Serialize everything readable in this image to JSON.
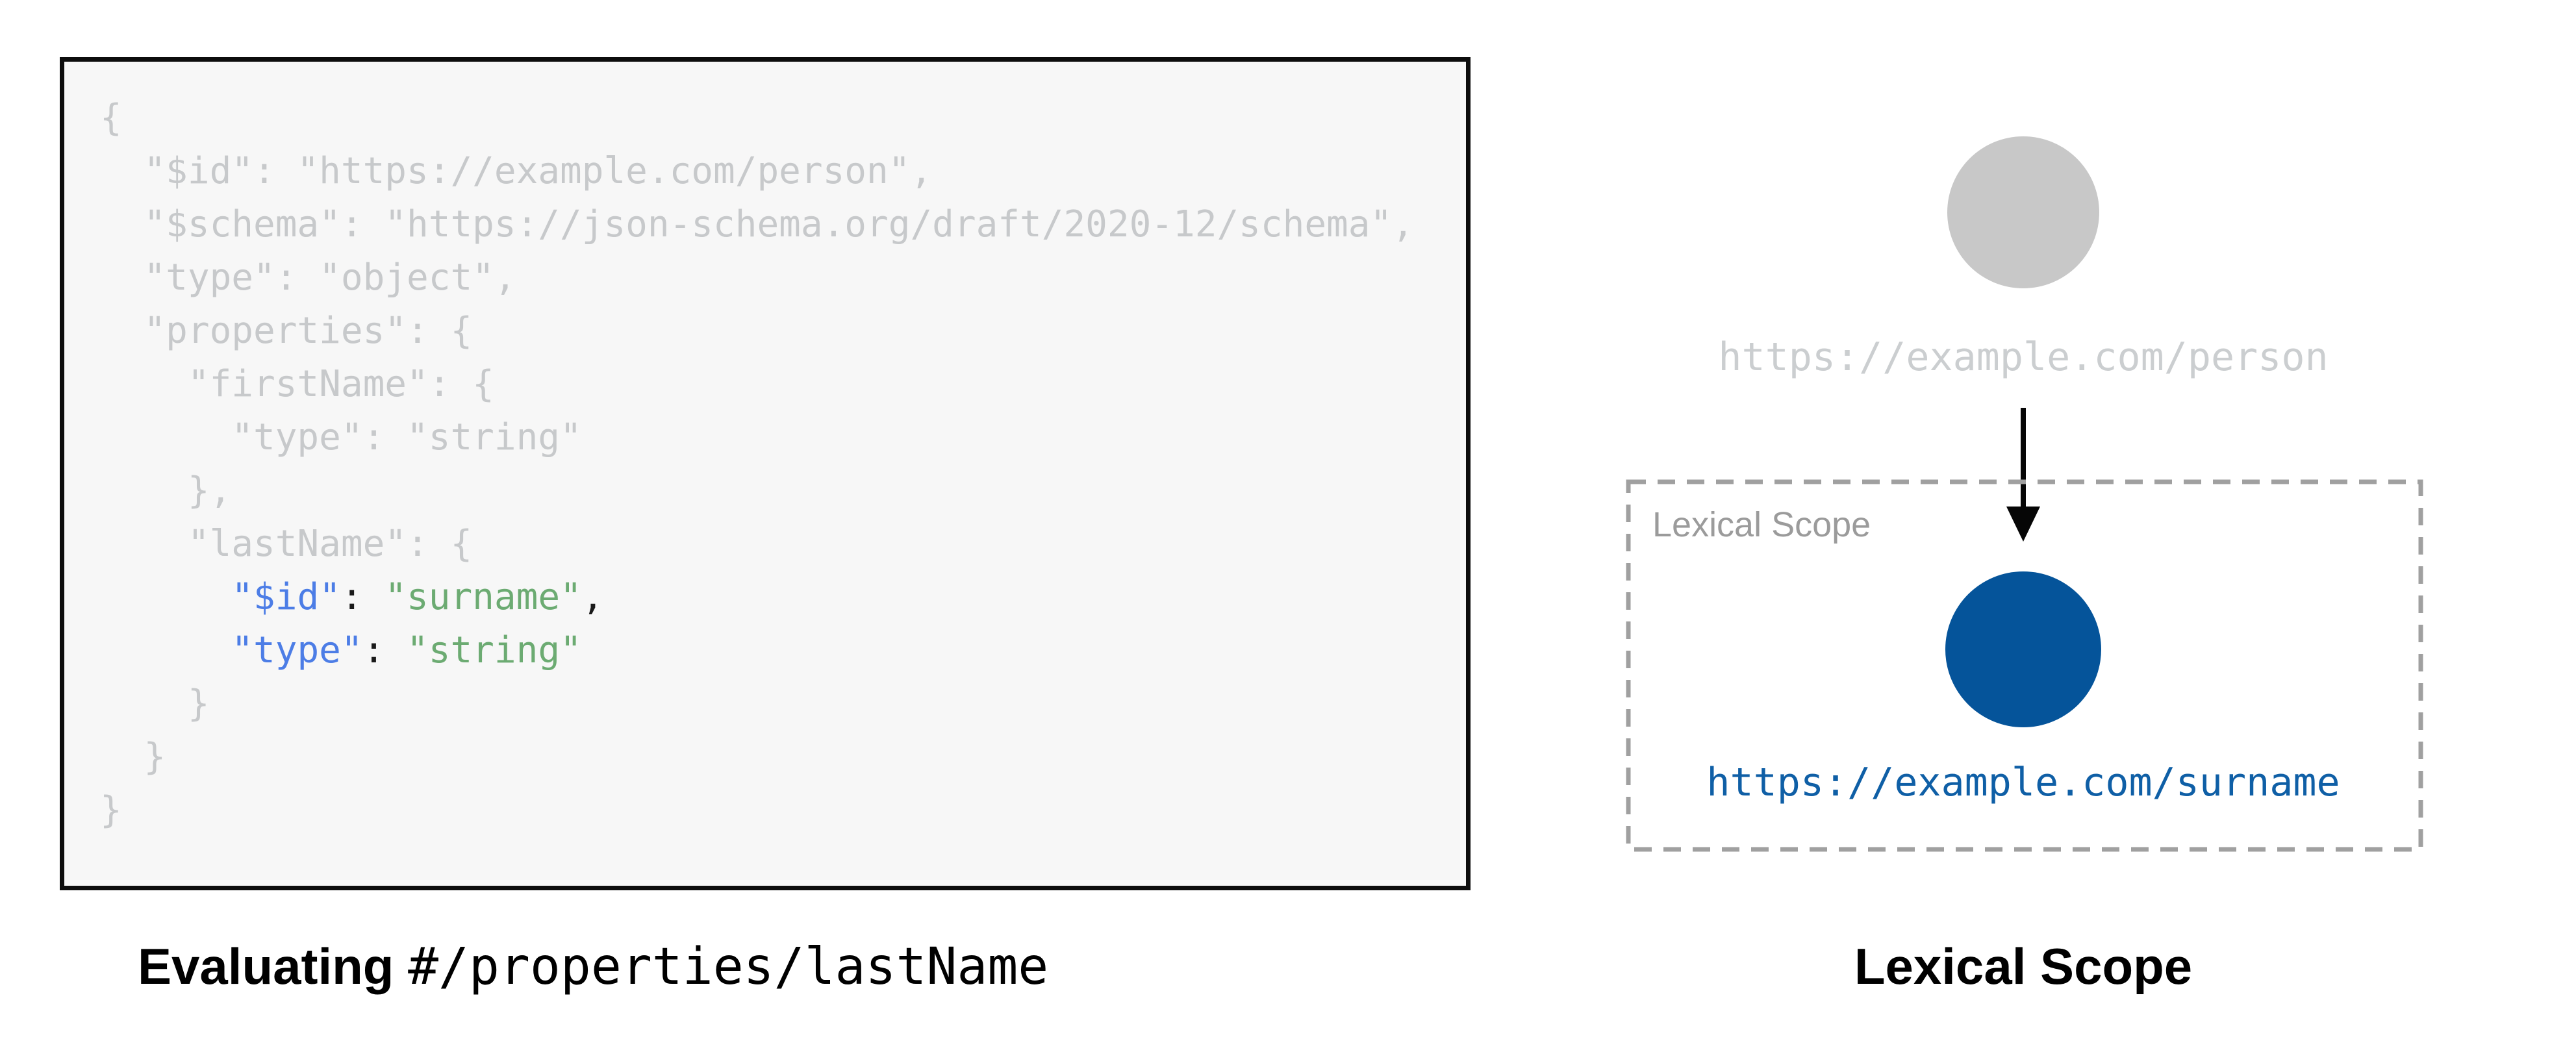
{
  "colors": {
    "page_background": "#ffffff",
    "code_box_background": "#f7f7f7",
    "code_box_border": "#0d0d0d",
    "code_dim_gray": "#c7c9cb",
    "code_key_blue": "#4c7de6",
    "code_string_green": "#6cab72",
    "code_punct_black": "#1a1a1a",
    "person_node_gray": "#c8c8c8",
    "person_label_gray": "#cbced0",
    "scope_border_gray": "#a0a0a0",
    "scope_label_gray": "#9b9b9b",
    "surname_node_blue": "#05549a",
    "surname_label_blue": "#0f5fa6",
    "arrow_black": "#060606",
    "caption_black": "#000000"
  },
  "code_panel": {
    "lines": [
      [
        {
          "t": "{",
          "s": "dim"
        }
      ],
      [
        {
          "t": "  \"$id\": \"https://example.com/person\",",
          "s": "dim"
        }
      ],
      [
        {
          "t": "  \"$schema\": \"https://json-schema.org/draft/2020-12/schema\",",
          "s": "dim"
        }
      ],
      [
        {
          "t": "  \"type\": \"object\",",
          "s": "dim"
        }
      ],
      [
        {
          "t": "  \"properties\": {",
          "s": "dim"
        }
      ],
      [
        {
          "t": "    \"firstName\": {",
          "s": "dim"
        }
      ],
      [
        {
          "t": "      \"type\": \"string\"",
          "s": "dim"
        }
      ],
      [
        {
          "t": "    },",
          "s": "dim"
        }
      ],
      [
        {
          "t": "    \"lastName\": {",
          "s": "dim"
        }
      ],
      [
        {
          "t": "      ",
          "s": "dim"
        },
        {
          "t": "\"$id\"",
          "s": "key"
        },
        {
          "t": ": ",
          "s": "plain"
        },
        {
          "t": "\"surname\"",
          "s": "str"
        },
        {
          "t": ",",
          "s": "plain"
        }
      ],
      [
        {
          "t": "      ",
          "s": "dim"
        },
        {
          "t": "\"type\"",
          "s": "key"
        },
        {
          "t": ": ",
          "s": "plain"
        },
        {
          "t": "\"string\"",
          "s": "str"
        }
      ],
      [
        {
          "t": "    }",
          "s": "dim"
        }
      ],
      [
        {
          "t": "  }",
          "s": "dim"
        }
      ],
      [
        {
          "t": "}",
          "s": "dim"
        }
      ]
    ],
    "caption": {
      "bold": "Evaluating ",
      "mono": "#/properties/lastName"
    }
  },
  "diagram_panel": {
    "person_node_label": "https://example.com/person",
    "scope_box_label": "Lexical Scope",
    "surname_node_label": "https://example.com/surname",
    "caption": "Lexical Scope"
  }
}
